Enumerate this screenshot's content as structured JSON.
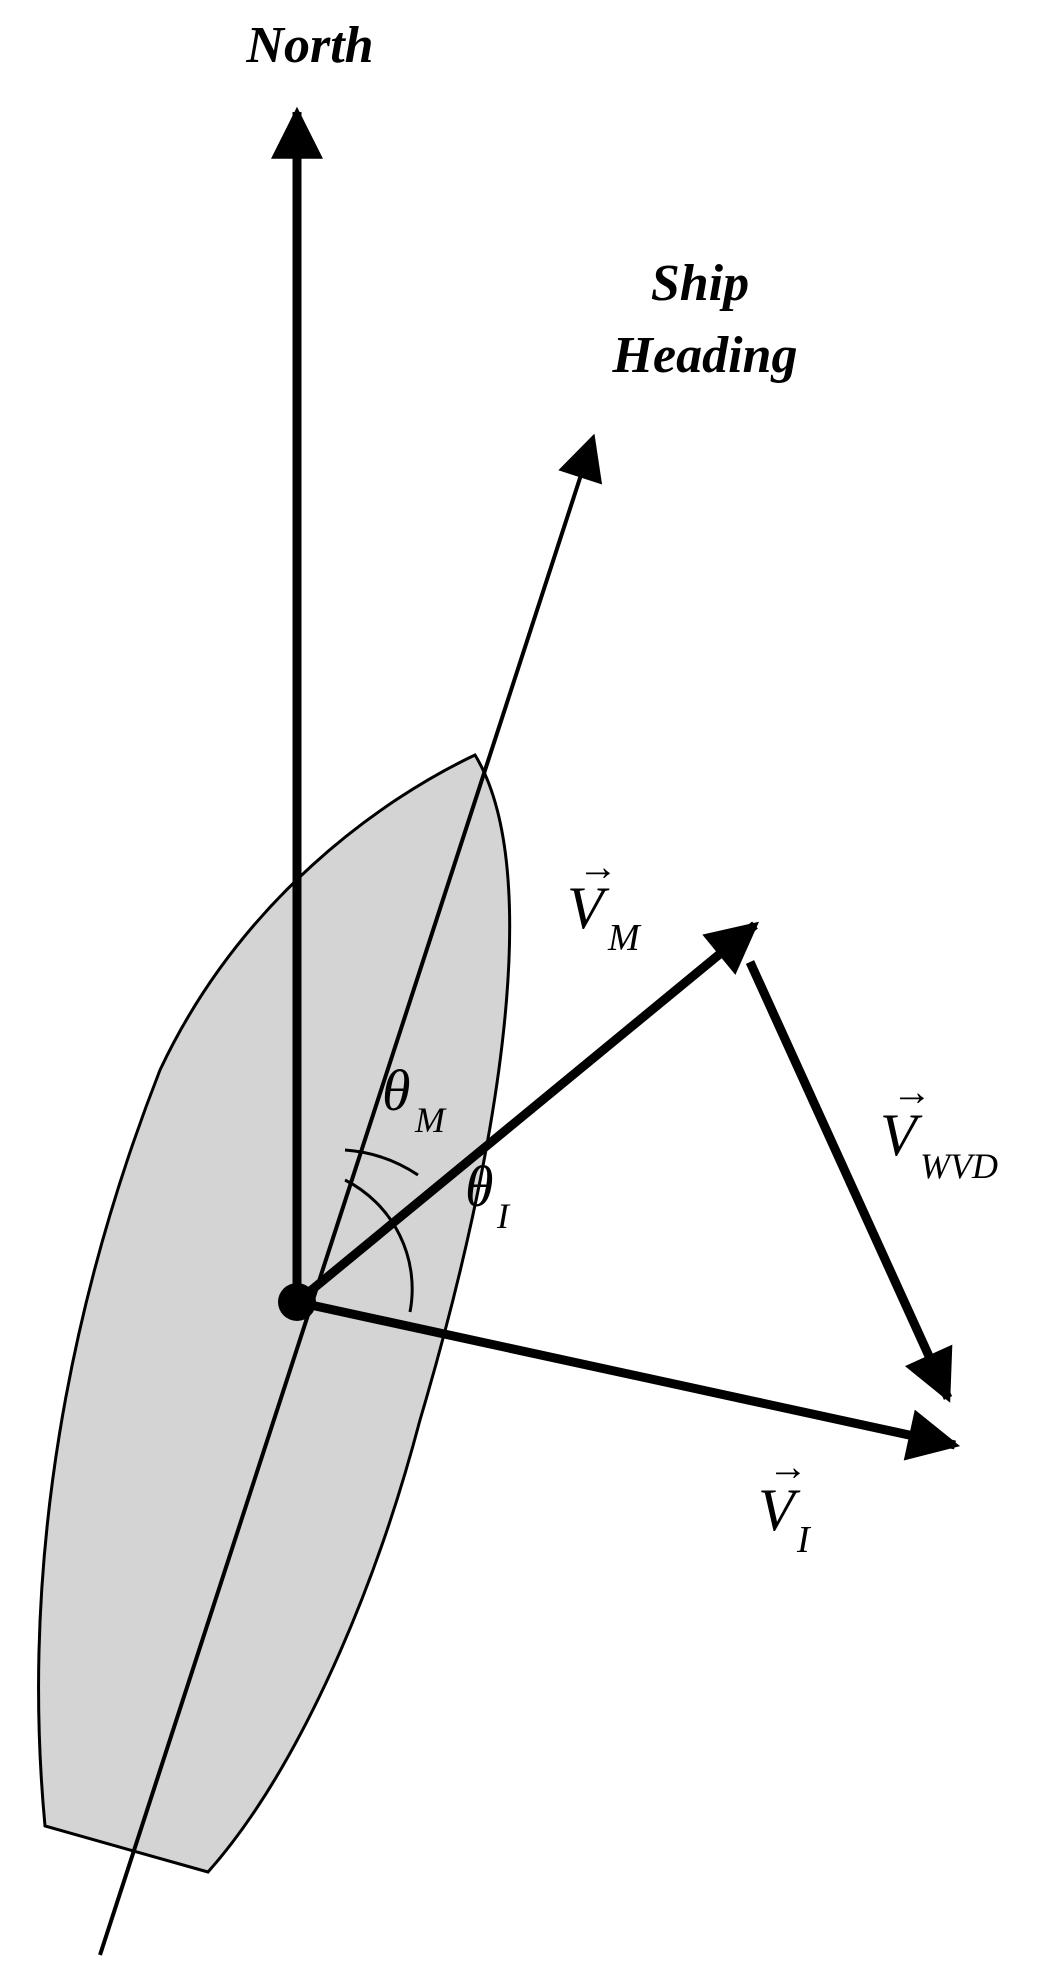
{
  "labels": {
    "north": "North",
    "heading_line1": "Ship",
    "heading_line2": "Heading",
    "theta_symbol": "θ",
    "theta_m_sub": "M",
    "theta_i_sub": "I",
    "v_symbol": "V",
    "vec_arrow": "→",
    "vm_sub": "M",
    "vwvd_sub": "WVD",
    "vi_sub": "I"
  },
  "colors": {
    "hull_fill": "#d4d4d4",
    "stroke": "#000000"
  }
}
